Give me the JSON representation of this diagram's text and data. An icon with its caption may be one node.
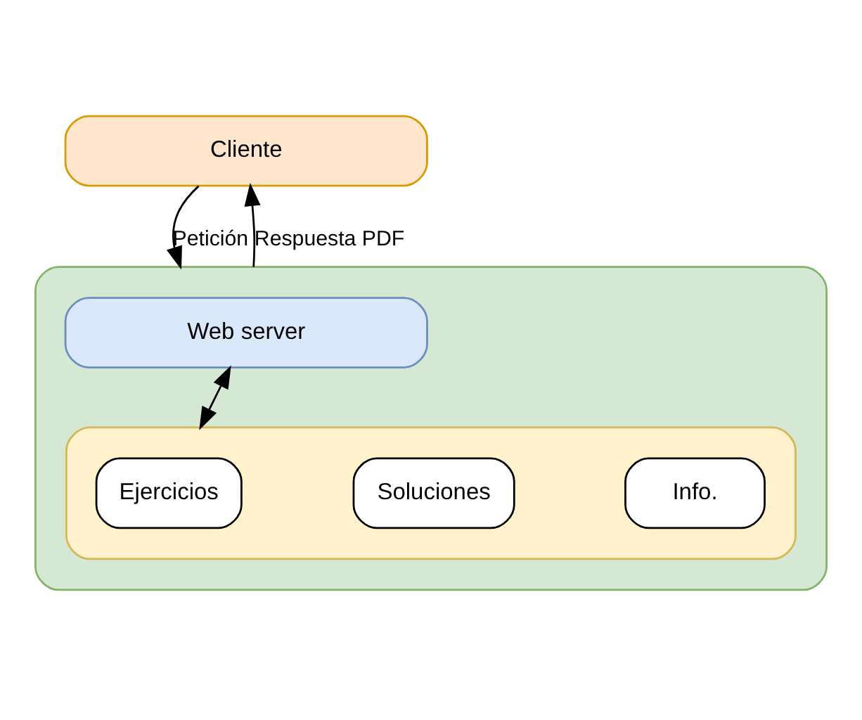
{
  "diagram": {
    "nodes": [
      {
        "text": [
          "Cliente"
        ]
      },
      {
        "text": [],
        "shape": "box"
      },
      {
        "text": [
          "Web server"
        ],
        "in": 1
      },
      {
        "text": [],
        "shape": "box",
        "in": 1
      },
      {
        "text": [
          "Ejercicios"
        ],
        "in": 3
      },
      {
        "text": [
          "Soluciones"
        ],
        "in": 3
      },
      {
        "text": [
          "Info."
        ],
        "in": 3
      }
    ],
    "edges": [
      {
        "from": 0,
        "to": 1,
        "arrow": "to",
        "label": "Petición"
      },
      {
        "from": 1,
        "to": 0,
        "arrow": "to",
        "label": "Respuesta PDF"
      },
      {
        "from": 2,
        "to": 3,
        "arrow": "both"
      }
    ]
  }
}
